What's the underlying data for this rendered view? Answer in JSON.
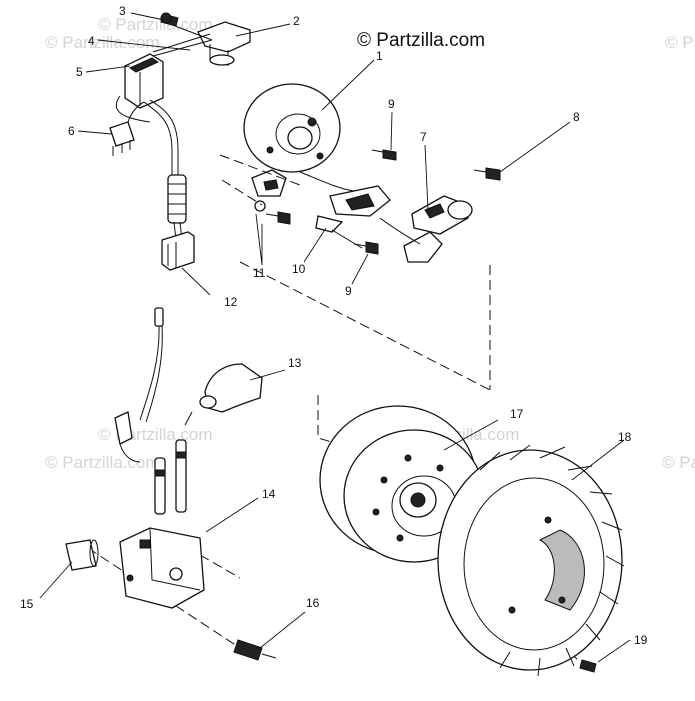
{
  "copyright": "© Partzilla.com",
  "watermark": "© Partzilla.com",
  "callouts": [
    "1",
    "2",
    "3",
    "4",
    "5",
    "6",
    "7",
    "8",
    "9",
    "9",
    "10",
    "11",
    "12",
    "13",
    "14",
    "15",
    "16",
    "17",
    "18",
    "19"
  ]
}
